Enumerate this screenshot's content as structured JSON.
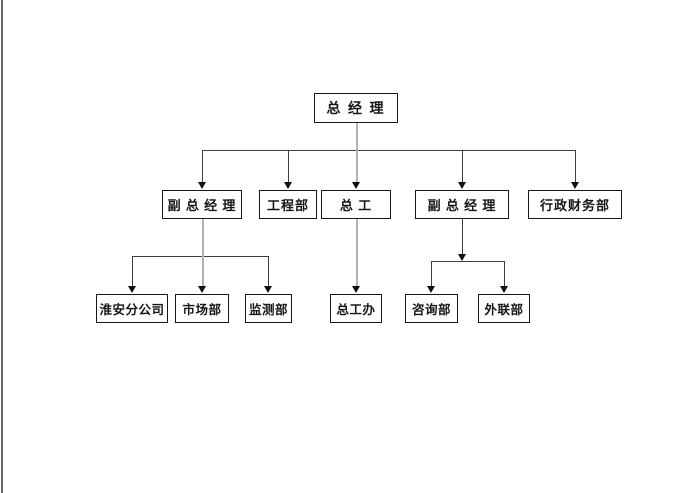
{
  "page": {
    "background_color": "#ffffff",
    "edge_line_color": "#6b6b6b"
  },
  "org_chart": {
    "type": "org-chart",
    "root": {
      "id": "general-manager",
      "label": "总 经 理"
    },
    "level2": [
      {
        "id": "deputy-gm-left",
        "label": "副 总 经 理",
        "parent": "general-manager"
      },
      {
        "id": "engineering-dept",
        "label": "工程部",
        "parent": "general-manager"
      },
      {
        "id": "chief-engineer",
        "label": "总 工",
        "parent": "general-manager"
      },
      {
        "id": "deputy-gm-right",
        "label": "副 总 经 理",
        "parent": "general-manager"
      },
      {
        "id": "admin-finance-dept",
        "label": "行政财务部",
        "parent": "general-manager"
      }
    ],
    "level3": [
      {
        "id": "huaian-branch",
        "label": "淮安分公司",
        "parent": "deputy-gm-left"
      },
      {
        "id": "market-dept",
        "label": "市场部",
        "parent": "deputy-gm-left"
      },
      {
        "id": "monitoring-dept",
        "label": "监测部",
        "parent": "deputy-gm-left"
      },
      {
        "id": "chief-engineer-office",
        "label": "总工办",
        "parent": "chief-engineer"
      },
      {
        "id": "consulting-dept",
        "label": "咨询部",
        "parent": "deputy-gm-right"
      },
      {
        "id": "external-liaison-dept",
        "label": "外联部",
        "parent": "deputy-gm-right"
      }
    ],
    "colors": {
      "box_border": "#161616",
      "connector_line": "#404040",
      "stem_line": "#b3b3b3",
      "text": "#161616"
    }
  }
}
